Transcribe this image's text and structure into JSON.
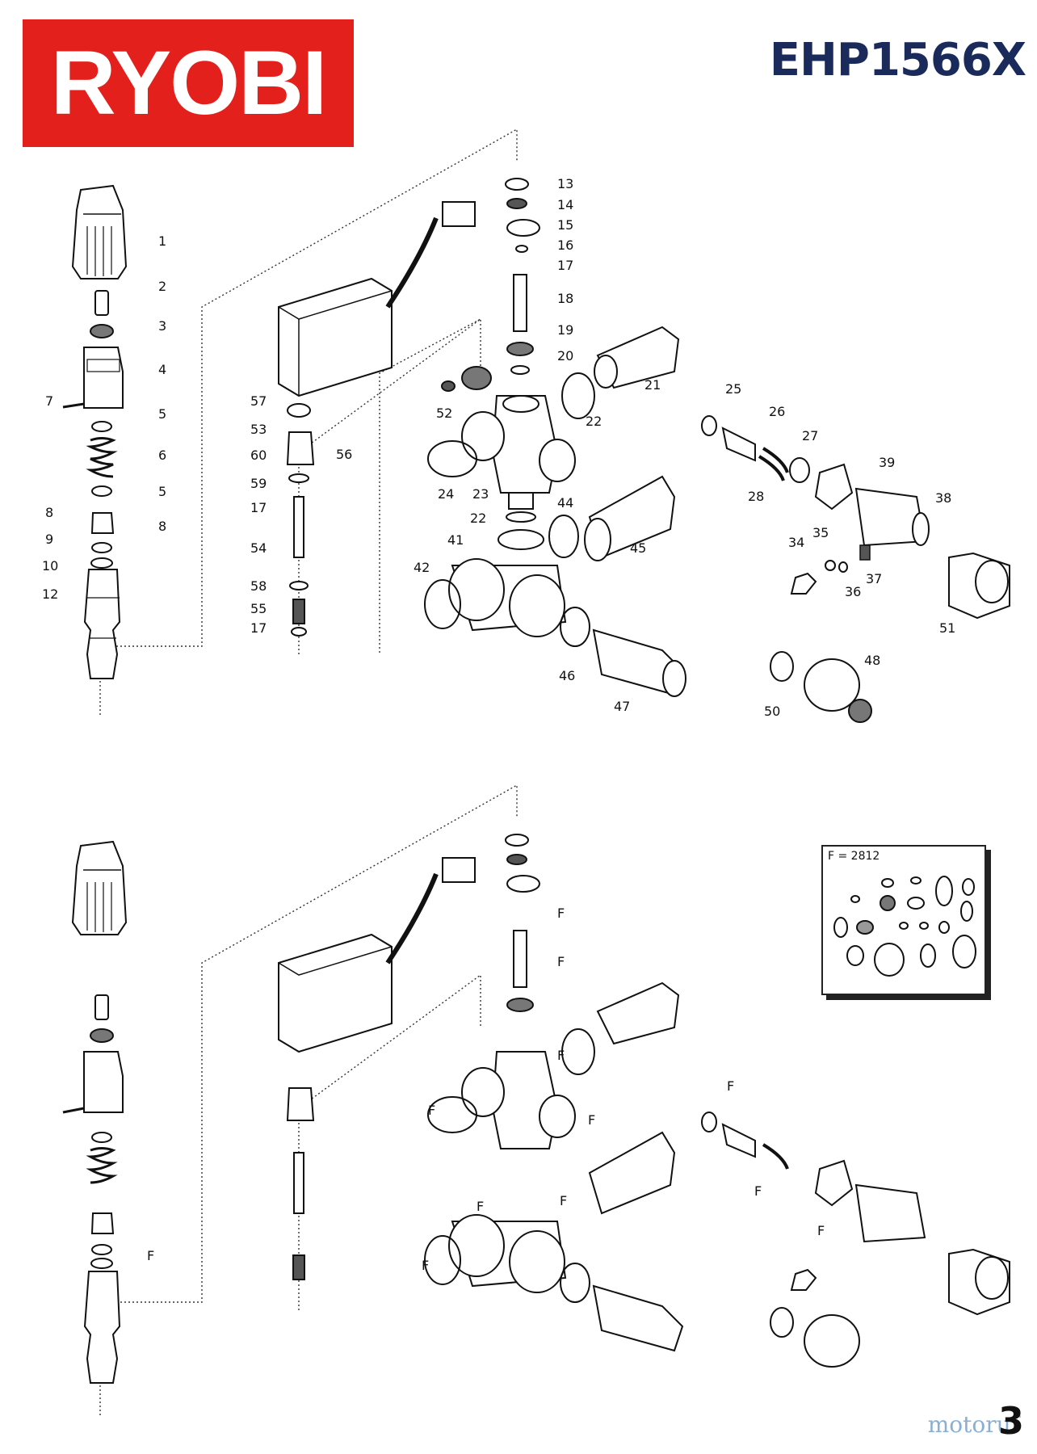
{
  "brand": {
    "logo_text": "RYOBI",
    "color": "#e3201b"
  },
  "model": "EHP1566X",
  "page_number": "3",
  "watermark": "motoruf",
  "kit": {
    "label": "F = 2812"
  },
  "top_callouts": [
    "1",
    "2",
    "3",
    "4",
    "5",
    "6",
    "5",
    "7",
    "8",
    "8",
    "9",
    "10",
    "12",
    "13",
    "14",
    "15",
    "16",
    "17",
    "18",
    "19",
    "20",
    "21",
    "22",
    "22",
    "23",
    "24",
    "25",
    "26",
    "27",
    "28",
    "34",
    "35",
    "36",
    "37",
    "38",
    "39",
    "41",
    "42",
    "44",
    "45",
    "46",
    "47",
    "48",
    "50",
    "51",
    "52",
    "53",
    "54",
    "55",
    "56",
    "57",
    "58",
    "59",
    "60",
    "17",
    "17"
  ],
  "seal_marker": "F"
}
